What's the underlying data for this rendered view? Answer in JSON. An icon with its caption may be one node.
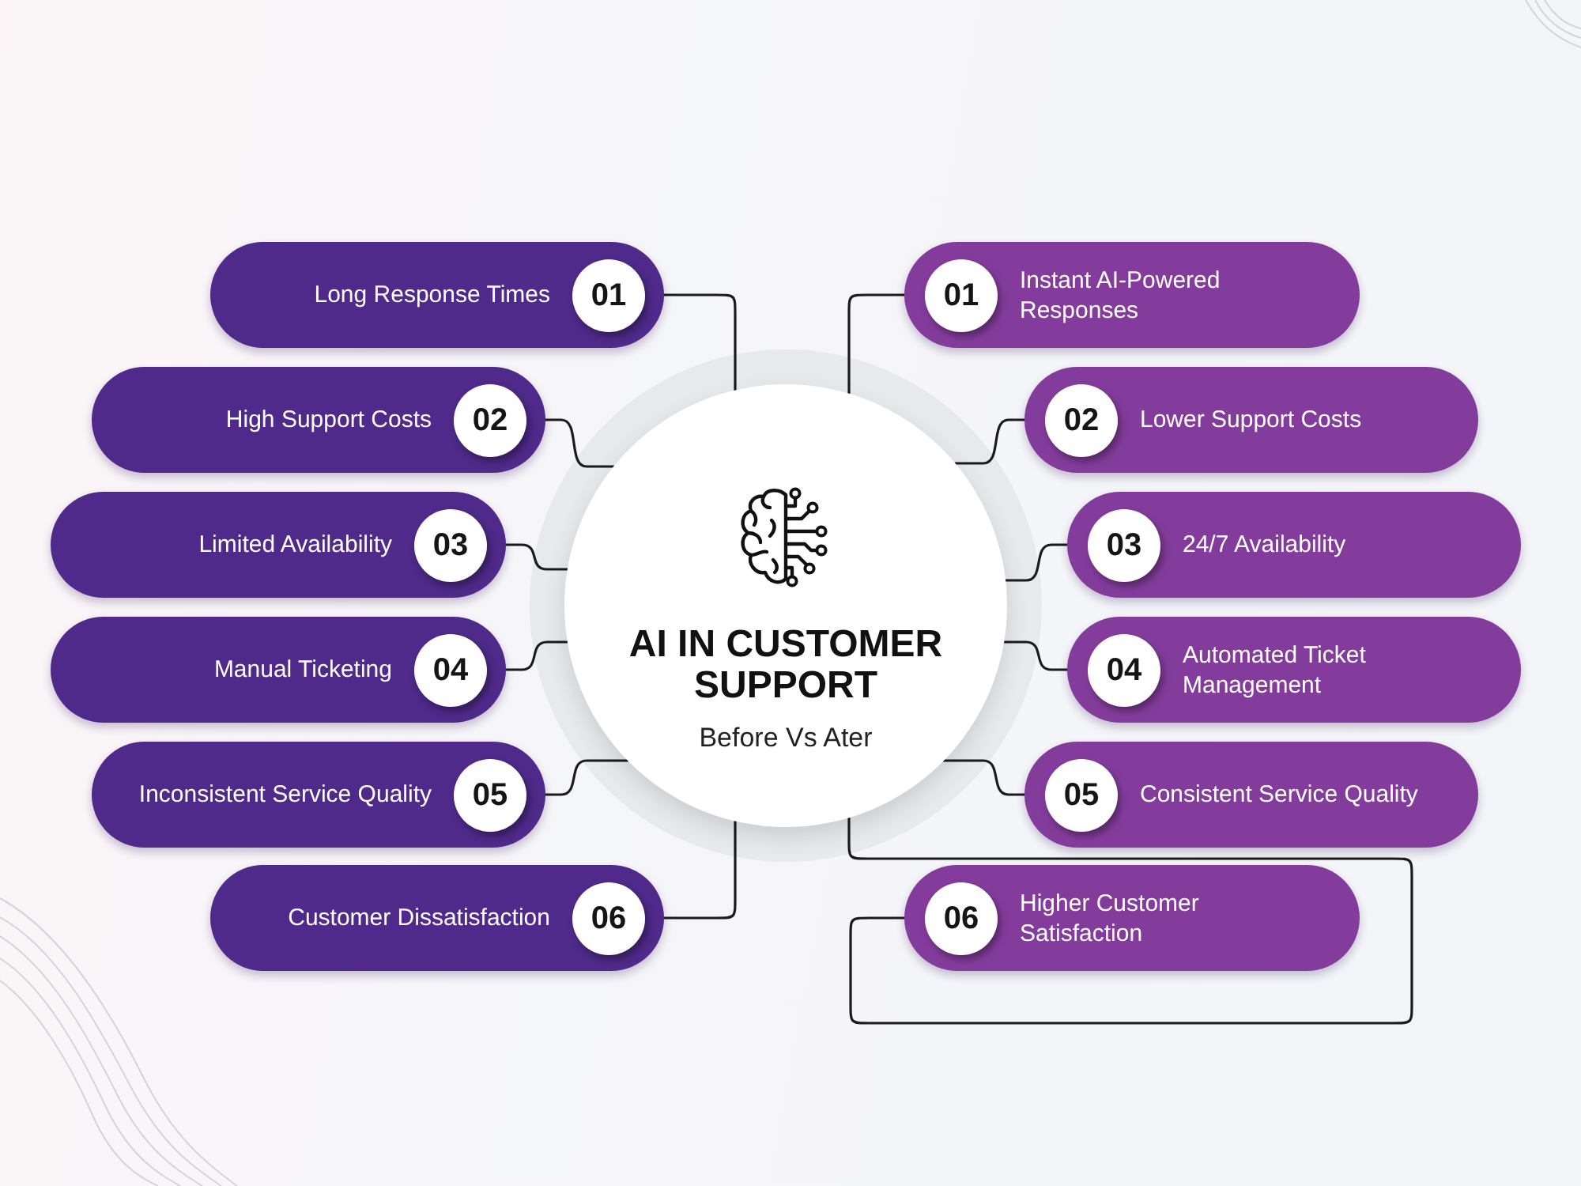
{
  "diagram": {
    "nodes": [
      {
        "text": [
          "Long Response Times"
        ]
      },
      {
        "text": [
          "01"
        ],
        "in": 0
      },
      {
        "text": [
          "High Support Costs"
        ]
      },
      {
        "text": [
          "02"
        ],
        "in": 2
      },
      {
        "text": [
          "Limited Availability"
        ]
      },
      {
        "text": [
          "03"
        ],
        "in": 4
      },
      {
        "text": [
          "Manual Ticketing"
        ]
      },
      {
        "text": [
          "04"
        ],
        "in": 6
      },
      {
        "text": [
          "Inconsistent Service Quality"
        ]
      },
      {
        "text": [
          "05"
        ],
        "in": 8
      },
      {
        "text": [
          "Customer Dissatisfaction"
        ]
      },
      {
        "text": [
          "06"
        ],
        "in": 10
      },
      {
        "text": [
          "AI IN CUSTOMER SUPPORT",
          "Before Vs Ater"
        ]
      },
      {
        "text": [
          "Instant AI-Powered Responses"
        ]
      },
      {
        "text": [
          "01"
        ],
        "in": 13
      },
      {
        "text": [
          "Lower Support Costs"
        ]
      },
      {
        "text": [
          "02"
        ],
        "in": 15
      },
      {
        "text": [
          "24/7 Availability"
        ]
      },
      {
        "text": [
          "03"
        ],
        "in": 17
      },
      {
        "text": [
          "Automated Ticket Management"
        ]
      },
      {
        "text": [
          "04"
        ],
        "in": 19
      },
      {
        "text": [
          "Consistent Service Quality"
        ]
      },
      {
        "text": [
          "05"
        ],
        "in": 21
      },
      {
        "text": [
          "Higher Customer Satisfaction"
        ]
      },
      {
        "text": [
          "06"
        ],
        "in": 23
      }
    ],
    "edges": [
      {
        "from": 0,
        "to": 12,
        "arrow": "none"
      },
      {
        "from": 2,
        "to": 12,
        "arrow": "none"
      },
      {
        "from": 4,
        "to": 12,
        "arrow": "none"
      },
      {
        "from": 6,
        "to": 12,
        "arrow": "none"
      },
      {
        "from": 8,
        "to": 12,
        "arrow": "none"
      },
      {
        "from": 10,
        "to": 12,
        "arrow": "none"
      },
      {
        "from": 12,
        "to": 13,
        "arrow": "none"
      },
      {
        "from": 12,
        "to": 15,
        "arrow": "none"
      },
      {
        "from": 12,
        "to": 17,
        "arrow": "none"
      },
      {
        "from": 12,
        "to": 19,
        "arrow": "none"
      },
      {
        "from": 12,
        "to": 21,
        "arrow": "none"
      },
      {
        "from": 12,
        "to": 23,
        "arrow": "none"
      }
    ]
  }
}
